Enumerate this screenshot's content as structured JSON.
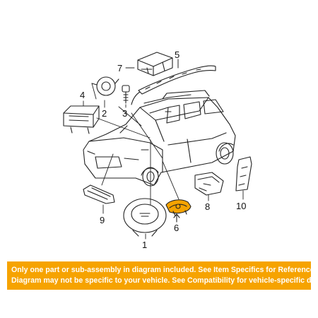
{
  "callouts": {
    "c1": "1",
    "c2": "2",
    "c3": "3",
    "c4": "4",
    "c5": "5",
    "c6": "6",
    "c7": "7",
    "c8": "8",
    "c9": "9",
    "c10": "10"
  },
  "highlight_color": "#f6a300",
  "notice": {
    "line1": "Only one part or sub-assembly in diagram included. See Item Specifics for Reference #.",
    "line2": "Diagram may not be specific to your vehicle. See Compatibility for vehicle-specific diagrams."
  }
}
